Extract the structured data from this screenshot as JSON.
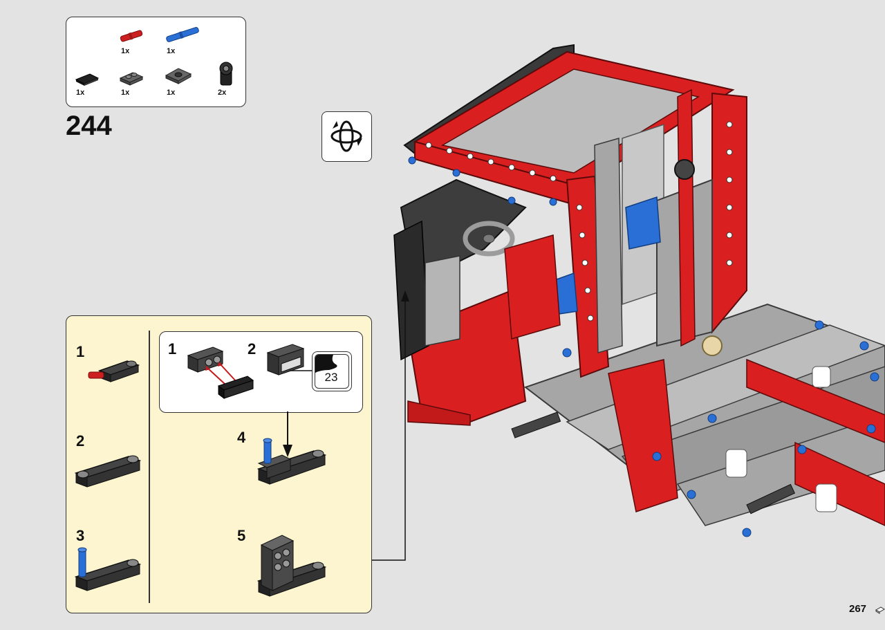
{
  "parts_list": {
    "items": [
      {
        "name": "red-pin",
        "qty": "1x",
        "color": "#cc1f1f"
      },
      {
        "name": "blue-axle-pin",
        "qty": "1x",
        "color": "#2a6fd6"
      },
      {
        "name": "black-tile",
        "qty": "1x",
        "color": "#222222"
      },
      {
        "name": "dark-gray-plate",
        "qty": "1x",
        "color": "#555555"
      },
      {
        "name": "dark-gray-wedge-plate",
        "qty": "1x",
        "color": "#555555"
      },
      {
        "name": "black-connector",
        "qty": "2x",
        "color": "#222222"
      }
    ]
  },
  "step": {
    "number": "244"
  },
  "rotate": {
    "icon": "rotate-model-icon"
  },
  "subassembly": {
    "steps": [
      "1",
      "2",
      "3",
      "4",
      "5"
    ],
    "inner_steps": [
      "1",
      "2"
    ],
    "reference_number": "23"
  },
  "model_colors": {
    "red": "#d91f1f",
    "dark_gray": "#4a4a4a",
    "light_gray": "#a6a6a6",
    "blue": "#2a6fd6",
    "black": "#1e1e1e"
  },
  "page": {
    "number": "267"
  }
}
